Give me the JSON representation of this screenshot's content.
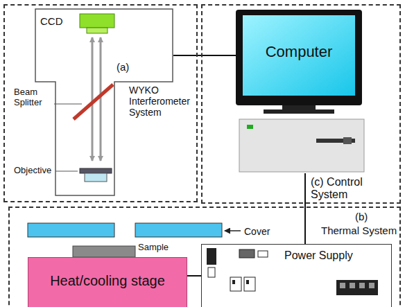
{
  "diagram": {
    "nodes": [
      {
        "text": [
          "(a)",
          "WYKO Interferometer System"
        ]
      },
      {
        "text": [
          "CCD"
        ],
        "in": 0
      },
      {
        "text": [
          "(c) Control System"
        ]
      },
      {
        "text": [
          "Computer"
        ],
        "in": 2
      },
      {
        "text": [
          "(b)",
          "Thermal System"
        ]
      },
      {
        "text": [
          "Heat/cooling stage"
        ],
        "in": 4
      },
      {
        "text": [
          "Power Supply"
        ],
        "in": 4
      }
    ],
    "edges": [
      {
        "from": 1,
        "to": 3,
        "arrow": "none"
      },
      {
        "from": 3,
        "to": 6,
        "arrow": "none"
      },
      {
        "from": 5,
        "to": 6,
        "arrow": "none"
      }
    ],
    "labels": [
      "Beam Splitter",
      "Objective",
      "Cover",
      "Sample"
    ]
  }
}
